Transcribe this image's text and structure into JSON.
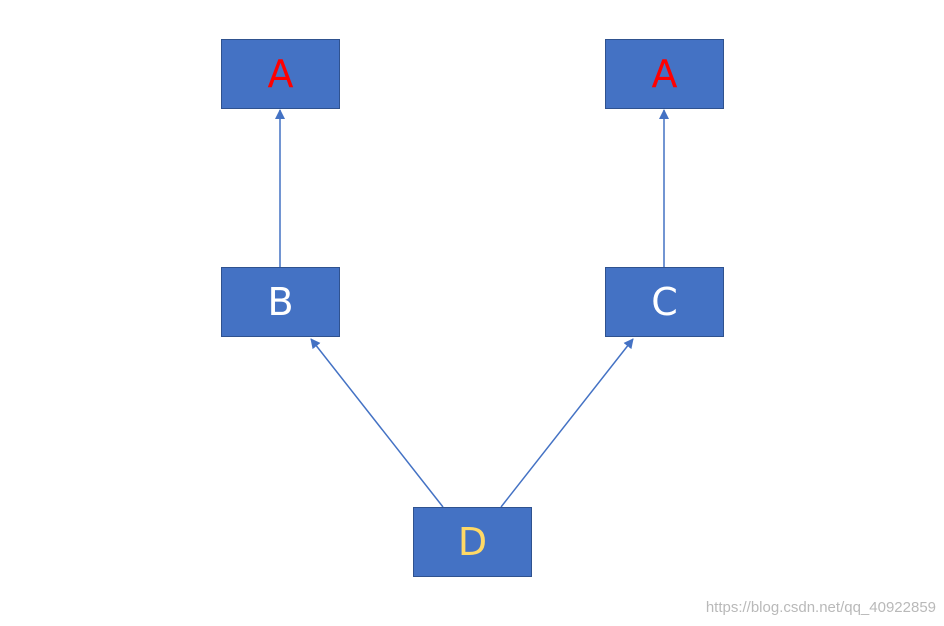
{
  "nodes": {
    "a_left": {
      "label": "A",
      "color": "#ff0000"
    },
    "a_right": {
      "label": "A",
      "color": "#ff0000"
    },
    "b": {
      "label": "B",
      "color": "#ffffff"
    },
    "c": {
      "label": "C",
      "color": "#ffffff"
    },
    "d": {
      "label": "D",
      "color": "#ffd966"
    }
  },
  "box_color": "#4472c4",
  "edge_color": "#4472c4",
  "edges": [
    {
      "from": "b",
      "to": "a_left"
    },
    {
      "from": "c",
      "to": "a_right"
    },
    {
      "from": "d",
      "to": "b"
    },
    {
      "from": "d",
      "to": "c"
    }
  ],
  "watermark": "https://blog.csdn.net/qq_40922859"
}
